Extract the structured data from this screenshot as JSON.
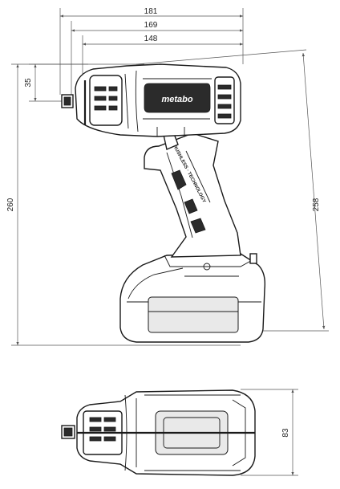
{
  "dimensions": {
    "overall_length": "181",
    "body_length": "169",
    "grip_length": "148",
    "anvil_height": "35",
    "overall_height": "260",
    "diagonal": "258",
    "body_width": "83"
  },
  "brand": "metabo",
  "technology_label": "BRUSHLESS · TECHNOLOGY"
}
